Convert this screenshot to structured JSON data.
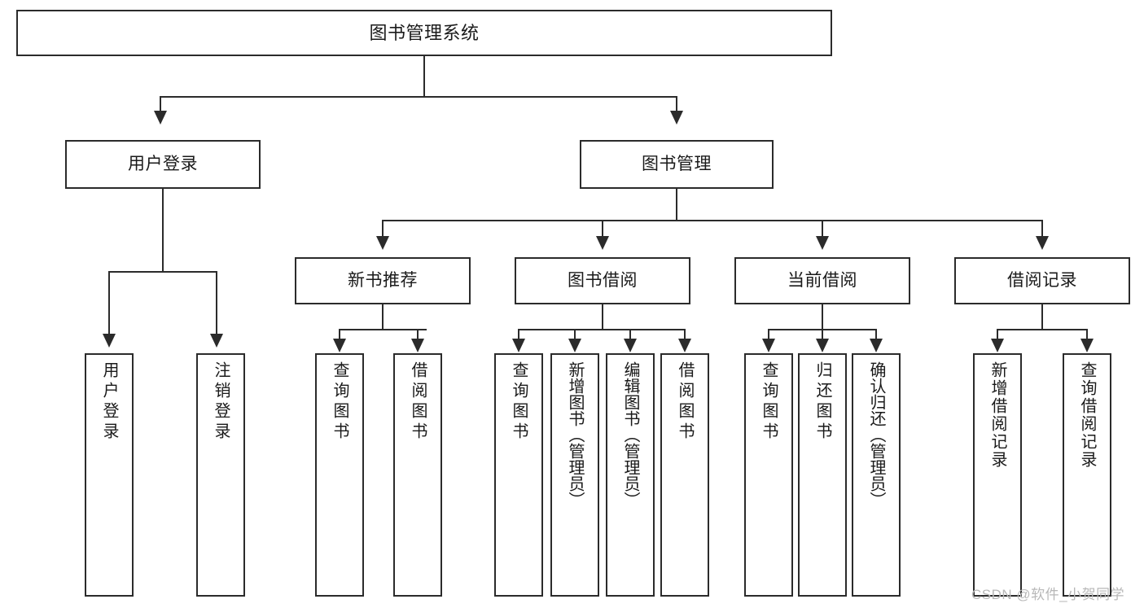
{
  "diagram": {
    "title": "图书管理系统",
    "type": "tree-hierarchy-chart",
    "watermark": "CSDN @软件_小贺同学",
    "colors": {
      "box_border": "#2b2b2b",
      "box_fill": "#ffffff",
      "connector": "#2b2b2b",
      "text": "#1a1a1a",
      "watermark": "#b8b8b8",
      "background": "#ffffff"
    }
  },
  "nodes": {
    "root": {
      "label": "图书管理系统"
    },
    "level2": [
      {
        "label": "用户登录"
      },
      {
        "label": "图书管理"
      }
    ],
    "level3": [
      {
        "label": "新书推荐"
      },
      {
        "label": "图书借阅"
      },
      {
        "label": "当前借阅"
      },
      {
        "label": "借阅记录"
      }
    ],
    "leaves": {
      "user_login": [
        {
          "label": "用户登录"
        },
        {
          "label": "注销登录"
        }
      ],
      "new_book_recommend": [
        {
          "label": "查询图书"
        },
        {
          "label": "借阅图书"
        }
      ],
      "book_borrow": [
        {
          "label": "查询图书"
        },
        {
          "label": "新增图书（管理员）"
        },
        {
          "label": "编辑图书（管理员）"
        },
        {
          "label": "借阅图书"
        }
      ],
      "current_borrow": [
        {
          "label": "查询图书"
        },
        {
          "label": "归还图书"
        },
        {
          "label": "确认归还（管理员）"
        }
      ],
      "borrow_record": [
        {
          "label": "新增借阅记录"
        },
        {
          "label": "查询借阅记录"
        }
      ]
    }
  }
}
